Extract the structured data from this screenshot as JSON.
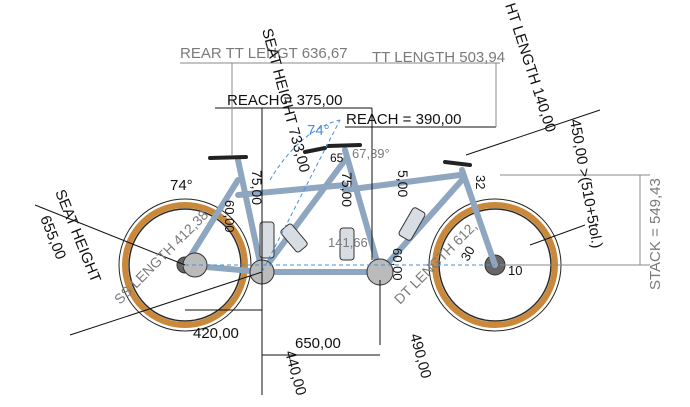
{
  "dimensions": {
    "rear_tt_length": "REAR TT LENGT 636,67",
    "tt_length": "TT LENGTH 503,94",
    "reach_rear": "REACH = 375,00",
    "reach_front": "REACH = 390,00",
    "seat_height_rear_left": "SEAT HEIGHT",
    "seat_height_rear_value": "655,00",
    "seat_height_mid": "SEAT HEIGHT 733,00",
    "ht_length": "HT LENGTH 140,00",
    "fork_length": "450,00 >(510+5tol.)",
    "stack": "STACK = 549,43",
    "ss_length": "SS LENGTH 412,38",
    "dt_length": "DT LENGTH 612,",
    "chainstay": "420,00",
    "bb_drop": "440,00",
    "wheelbase_mid": "650,00",
    "front_center": "490,00",
    "angle_74_blue": "74°",
    "angle_74_left": "74°",
    "angle_67_39": "67,39°",
    "angle_141": "141,66",
    "angle_65": "65",
    "dim_75_a": "75,00",
    "dim_75_b": "75,00",
    "dim_5": "5,00",
    "dim_60": "60,00",
    "dim_60b": "60,00",
    "dim_30": "30",
    "dim_32": "32",
    "dim_10": "10"
  },
  "colors": {
    "tire": "#c9883a",
    "frame": "#8ea6bf",
    "dimension_line": "#111111",
    "dimension_gray": "#8a8a8a",
    "dimension_blue": "#4a90d9"
  }
}
